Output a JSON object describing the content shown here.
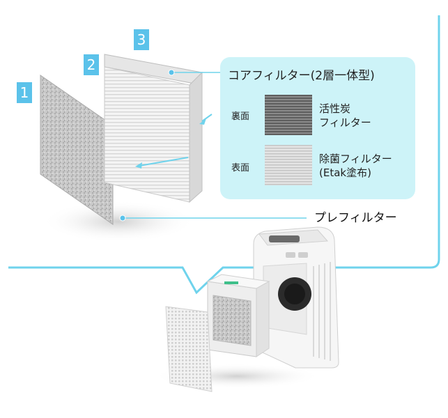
{
  "badges": [
    "1",
    "2",
    "3"
  ],
  "core_filter": {
    "title": "コアフィルター(2層一体型)",
    "back": {
      "side": "裏面",
      "name_line1": "活性炭",
      "name_line2": "フィルター"
    },
    "front": {
      "side": "表面",
      "name_line1": "除菌フィルター",
      "name_line2": "(Etak塗布)"
    }
  },
  "prefilter": {
    "name": "プレフィルター"
  },
  "colors": {
    "accent": "#5bc2ea",
    "panel": "#cdf3f8",
    "line": "#6fd3ec"
  }
}
